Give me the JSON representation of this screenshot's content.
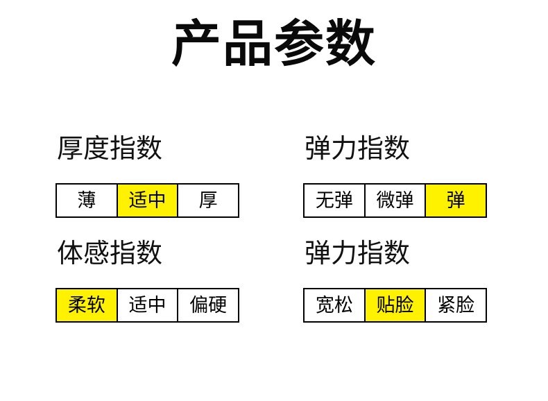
{
  "title": "产品参数",
  "colors": {
    "background": "#ffffff",
    "text": "#000000",
    "highlight": "#fff200",
    "border": "#000000"
  },
  "sections": [
    {
      "title": "厚度指数",
      "options": [
        {
          "label": "薄",
          "selected": false
        },
        {
          "label": "适中",
          "selected": true
        },
        {
          "label": "厚",
          "selected": false
        }
      ]
    },
    {
      "title": "弹力指数",
      "options": [
        {
          "label": "无弹",
          "selected": false
        },
        {
          "label": "微弹",
          "selected": false
        },
        {
          "label": "弹",
          "selected": true
        }
      ]
    },
    {
      "title": "体感指数",
      "options": [
        {
          "label": "柔软",
          "selected": true
        },
        {
          "label": "适中",
          "selected": false
        },
        {
          "label": "偏硬",
          "selected": false
        }
      ]
    },
    {
      "title": "弹力指数",
      "options": [
        {
          "label": "宽松",
          "selected": false
        },
        {
          "label": "贴脸",
          "selected": true
        },
        {
          "label": "紧脸",
          "selected": false
        }
      ]
    }
  ]
}
